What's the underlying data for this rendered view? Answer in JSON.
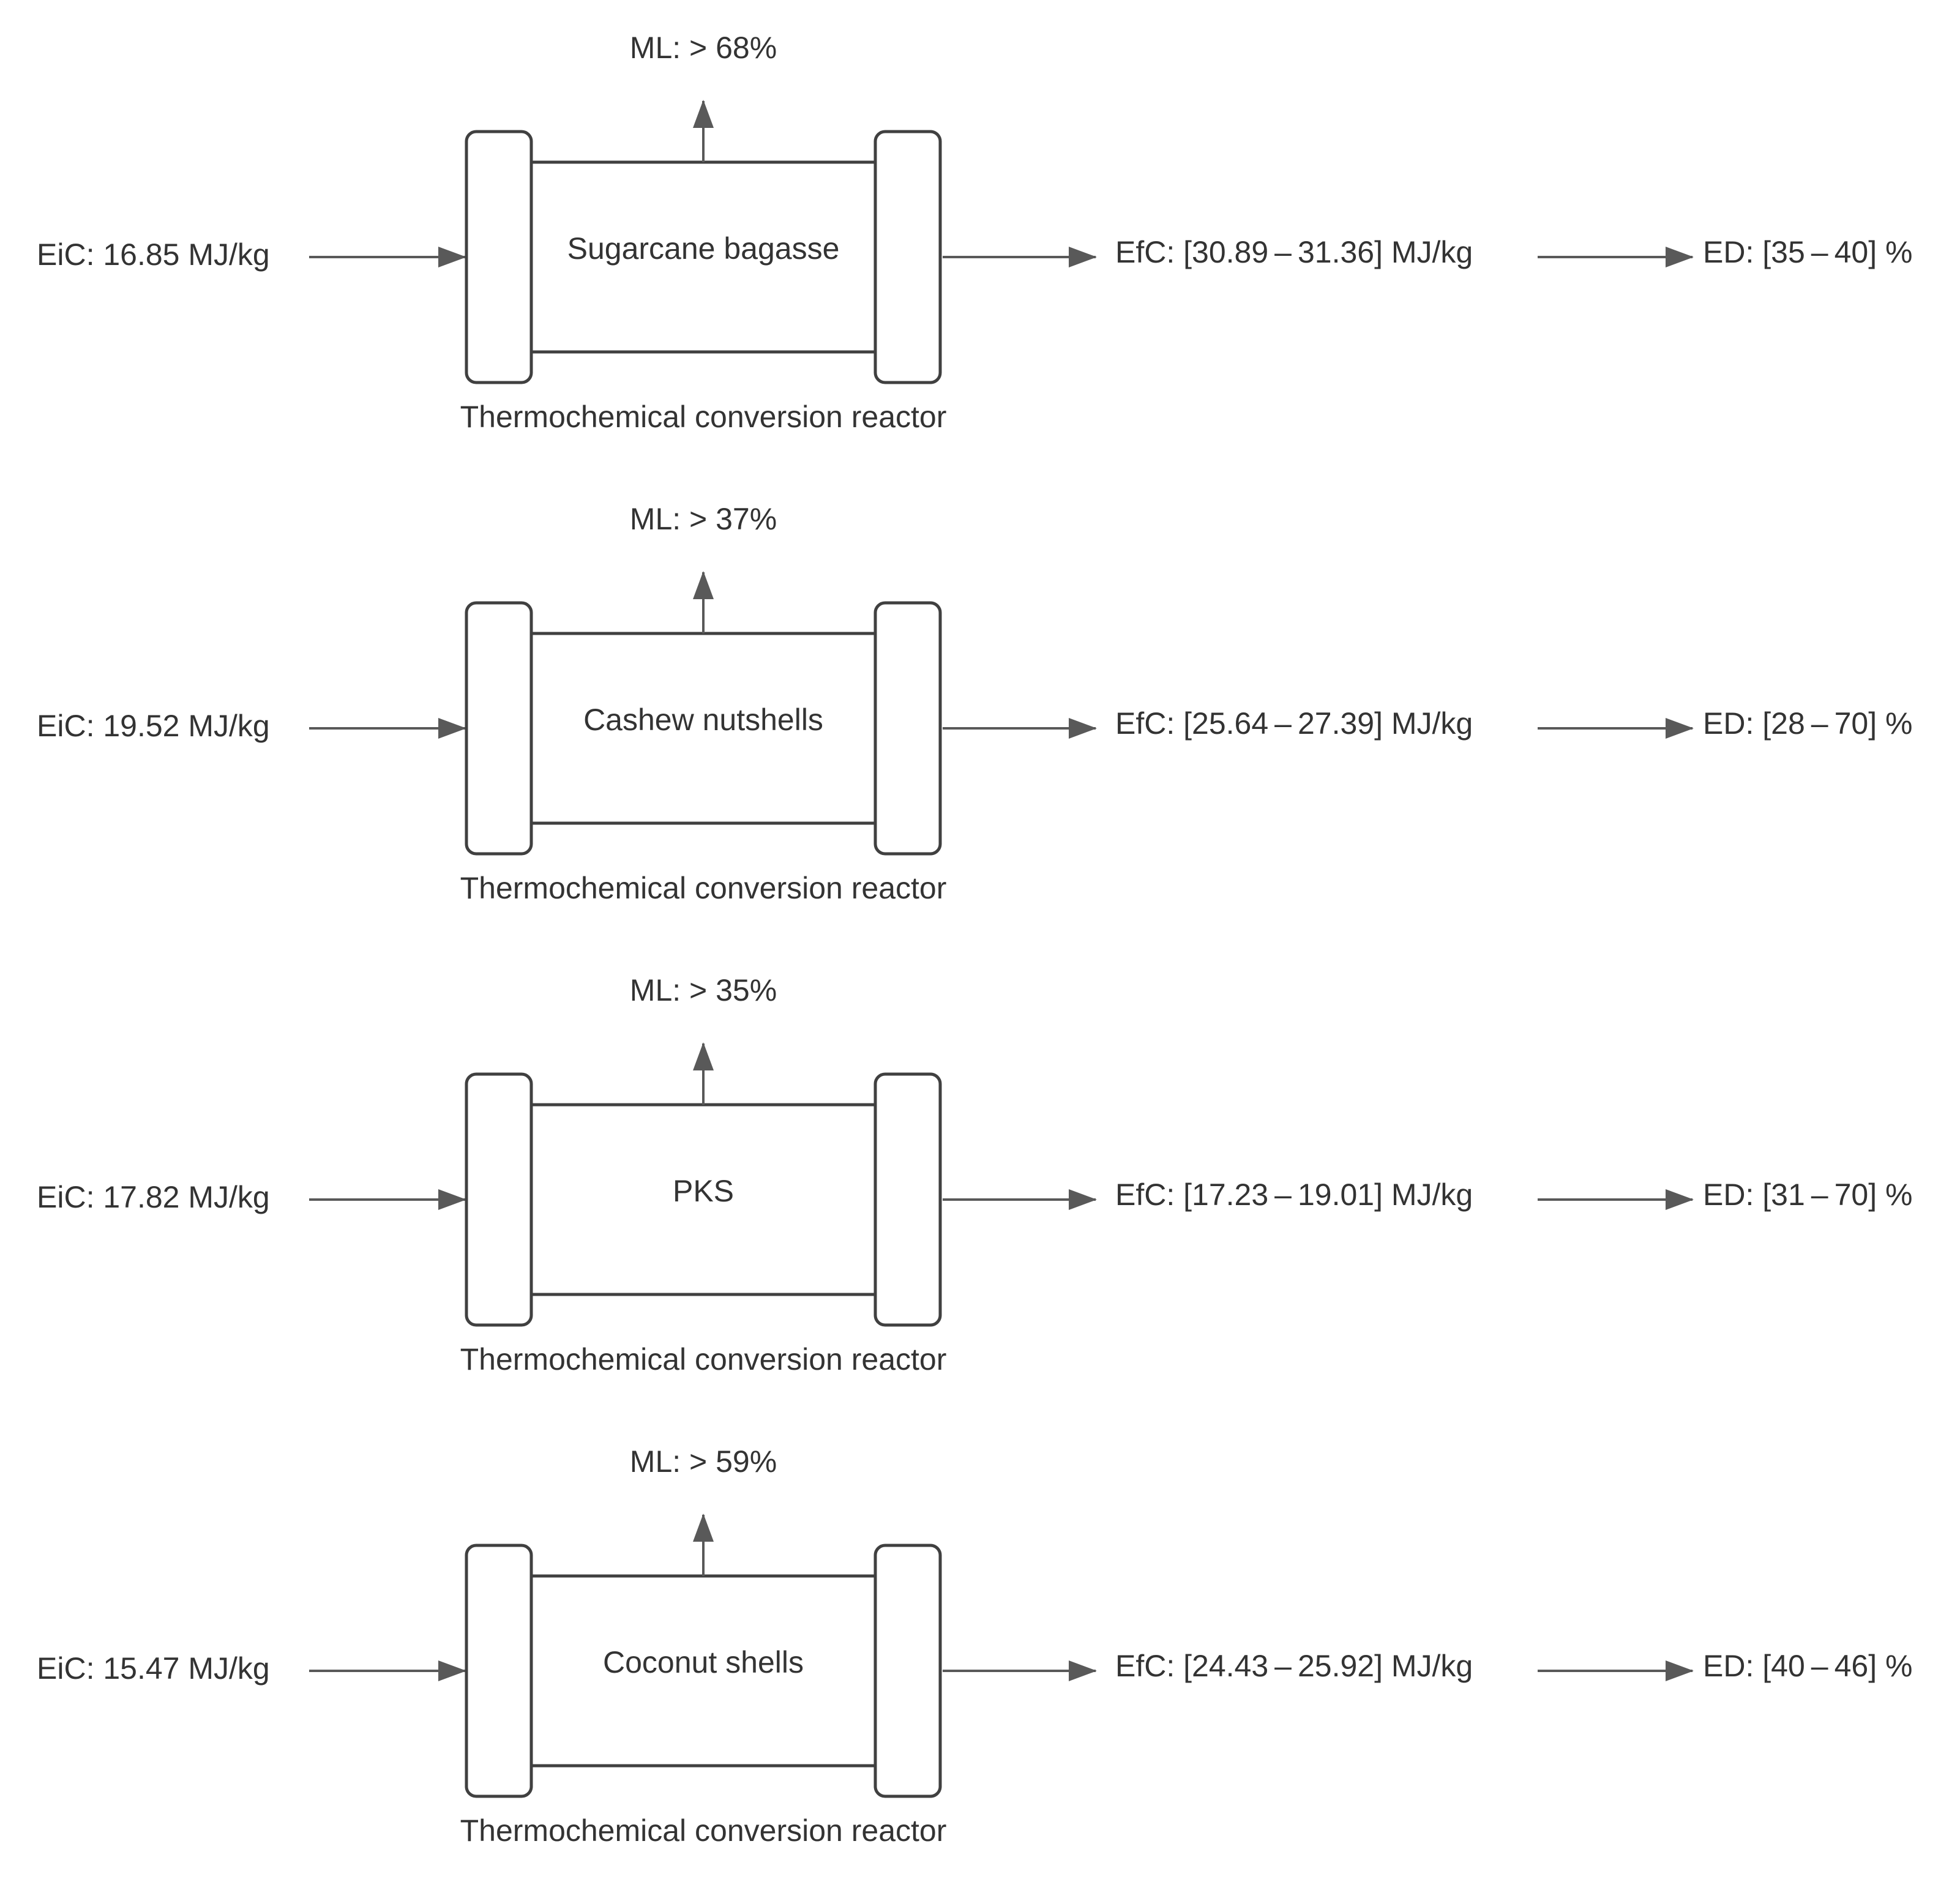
{
  "colors": {
    "stroke": "#404040",
    "arrow": "#595959",
    "text": "#333333",
    "background": "#ffffff"
  },
  "reactor_label": "Thermochemical conversion reactor",
  "rows": [
    {
      "feedstock": "Sugarcane bagasse",
      "eic": "EiC: 16.85 MJ/kg",
      "ml": "ML: > 68%",
      "efc": "EfC: [30.89 – 31.36] MJ/kg",
      "ed": "ED: [35 – 40] %"
    },
    {
      "feedstock": "Cashew nutshells",
      "eic": "EiC: 19.52 MJ/kg",
      "ml": "ML: > 37%",
      "efc": "EfC: [25.64 – 27.39] MJ/kg",
      "ed": "ED: [28 – 70] %"
    },
    {
      "feedstock": "PKS",
      "eic": "EiC: 17.82 MJ/kg",
      "ml": "ML: > 35%",
      "efc": "EfC: [17.23 – 19.01] MJ/kg",
      "ed": "ED: [31 – 70] %"
    },
    {
      "feedstock": "Coconut shells",
      "eic": "EiC: 15.47 MJ/kg",
      "ml": "ML: > 59%",
      "efc": "EfC: [24.43 – 25.92] MJ/kg",
      "ed": "ED: [40 – 46] %"
    }
  ]
}
